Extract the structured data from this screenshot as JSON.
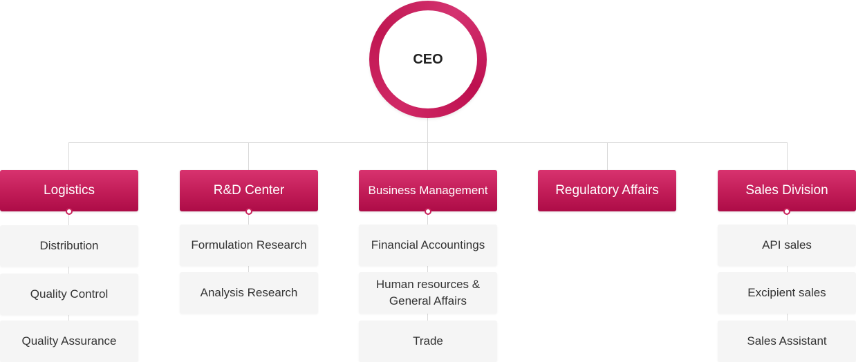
{
  "ceo": {
    "label": "CEO"
  },
  "departments": [
    {
      "label": "Logistics",
      "subunits": [
        "Distribution",
        "Quality Control",
        "Quality Assurance"
      ]
    },
    {
      "label": "R&D Center",
      "subunits": [
        "Formulation Research",
        "Analysis Research"
      ]
    },
    {
      "label": "Business Management",
      "subunits": [
        "Financial Accountings",
        "Human resources  &\nGeneral Affairs",
        "Trade"
      ]
    },
    {
      "label": "Regulatory Affairs",
      "subunits": []
    },
    {
      "label": "Sales Division",
      "subunits": [
        "API sales",
        "Excipient sales",
        "Sales Assistant"
      ]
    }
  ],
  "colors": {
    "accent": "#c11c57",
    "connector": "#d9d9d9",
    "subunit_bg": "#f5f5f5"
  }
}
